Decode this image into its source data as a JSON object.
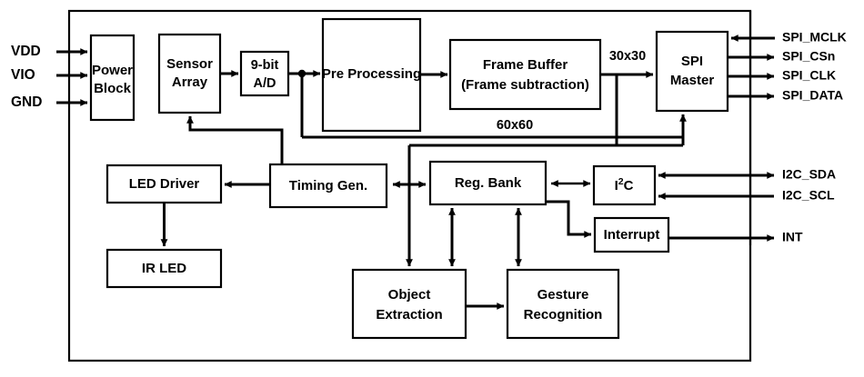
{
  "figure": {
    "title": "Gesture sensor functional block diagram",
    "type": "block-diagram",
    "background_color": "#ffffff",
    "line_color": "#000000",
    "box_fill": "#ffffff"
  },
  "chip_boundary": {
    "label": ""
  },
  "blocks": [
    {
      "id": "power-block",
      "line1": "Power",
      "line2": "Block"
    },
    {
      "id": "sensor-array",
      "line1": "Sensor",
      "line2": "Array"
    },
    {
      "id": "adc",
      "line1": "9-bit",
      "line2": "A/D"
    },
    {
      "id": "pre-processing",
      "line1": "Pre Processing",
      "line2": ""
    },
    {
      "id": "frame-buffer",
      "line1": "Frame Buffer",
      "line2": "(Frame subtraction)"
    },
    {
      "id": "spi-master",
      "line1": "SPI",
      "line2": "Master"
    },
    {
      "id": "led-driver",
      "line1": "LED Driver",
      "line2": ""
    },
    {
      "id": "ir-led",
      "line1": "IR LED",
      "line2": ""
    },
    {
      "id": "timing-gen",
      "line1": "Timing Gen.",
      "line2": ""
    },
    {
      "id": "reg-bank",
      "line1": "Reg. Bank",
      "line2": ""
    },
    {
      "id": "i2c",
      "line1": "I2C",
      "line2": ""
    },
    {
      "id": "interrupt",
      "line1": "Interrupt",
      "line2": ""
    },
    {
      "id": "object-extraction",
      "line1": "Object",
      "line2": "Extraction"
    },
    {
      "id": "gesture-recognition",
      "line1": "Gesture",
      "line2": "Recognition"
    }
  ],
  "block_text": {
    "power_block_1": "Power",
    "power_block_2": "Block",
    "sensor_array_1": "Sensor",
    "sensor_array_2": "Array",
    "adc_1": "9-bit",
    "adc_2": "A/D",
    "pre_processing": "Pre Processing",
    "frame_buffer_1": "Frame Buffer",
    "frame_buffer_2": "(Frame subtraction)",
    "spi_master_1": "SPI",
    "spi_master_2": "Master",
    "led_driver": "LED Driver",
    "ir_led": "IR LED",
    "timing_gen": "Timing Gen.",
    "reg_bank": "Reg. Bank",
    "i2c_base": "I",
    "i2c_sup": "2",
    "i2c_tail": "C",
    "interrupt": "Interrupt",
    "object_extraction_1": "Object",
    "object_extraction_2": "Extraction",
    "gesture_recognition_1": "Gesture",
    "gesture_recognition_2": "Recognition"
  },
  "bus_labels": {
    "frame_buffer_out": "30x30",
    "adc_feedback": "60x60"
  },
  "pins": {
    "left": [
      {
        "name": "VDD",
        "label": "VDD",
        "direction": "in"
      },
      {
        "name": "VIO",
        "label": "VIO",
        "direction": "in"
      },
      {
        "name": "GND",
        "label": "GND",
        "direction": "in"
      }
    ],
    "right": [
      {
        "name": "SPI_MCLK",
        "label": "SPI_MCLK",
        "direction": "in"
      },
      {
        "name": "SPI_CSn",
        "label": "SPI_CSn",
        "direction": "out"
      },
      {
        "name": "SPI_CLK",
        "label": "SPI_CLK",
        "direction": "out"
      },
      {
        "name": "SPI_DATA",
        "label": "SPI_DATA",
        "direction": "out"
      },
      {
        "name": "I2C_SDA",
        "label": "I2C_SDA",
        "direction": "bidir"
      },
      {
        "name": "I2C_SCL",
        "label": "I2C_SCL",
        "direction": "in"
      },
      {
        "name": "INT",
        "label": "INT",
        "direction": "out"
      }
    ]
  }
}
